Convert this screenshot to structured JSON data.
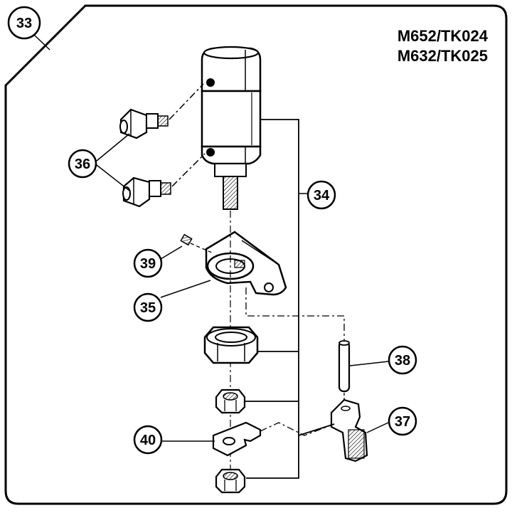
{
  "header": {
    "model_codes": [
      "M652/TK024",
      "M632/TK025"
    ]
  },
  "page_badge": {
    "number": "33"
  },
  "callouts": {
    "c34": "34",
    "c35": "35",
    "c36": "36",
    "c37": "37",
    "c38": "38",
    "c39": "39",
    "c40": "40"
  }
}
